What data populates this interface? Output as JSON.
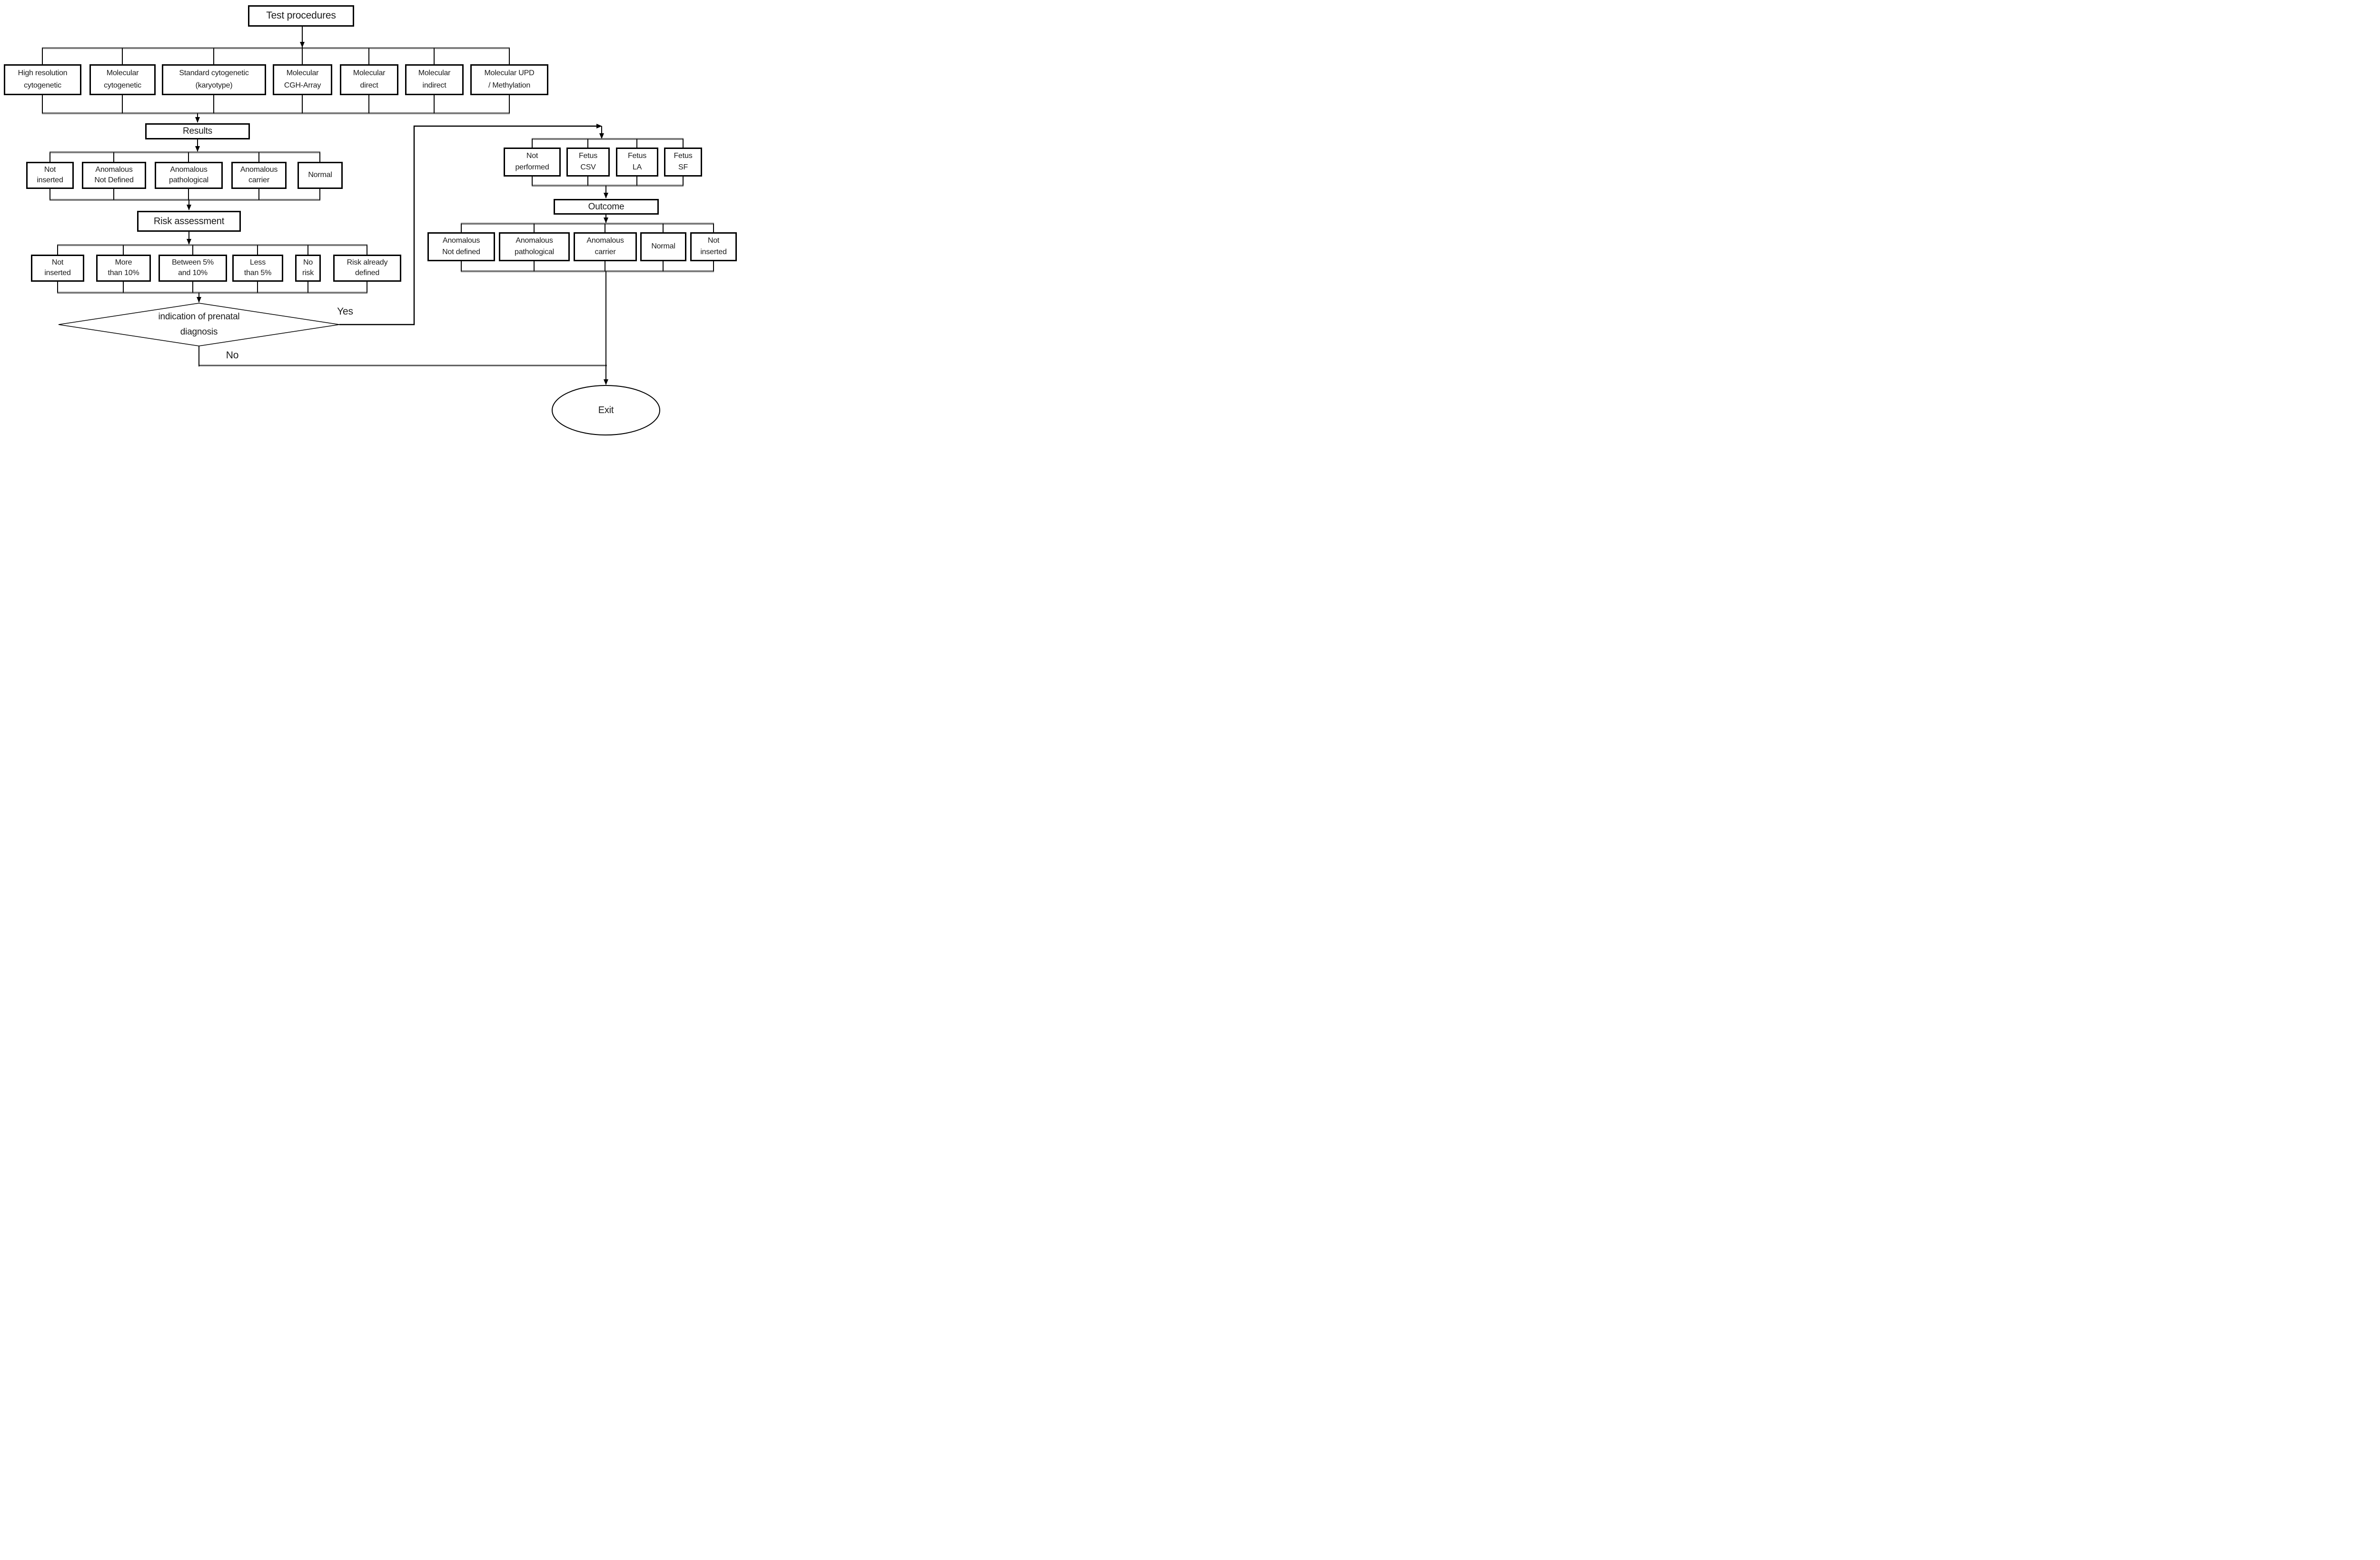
{
  "diagram": {
    "root": {
      "label": "Test procedures"
    },
    "procedures": [
      {
        "lines": [
          "High resolution",
          "cytogenetic"
        ]
      },
      {
        "lines": [
          "Molecular",
          "cytogenetic"
        ]
      },
      {
        "lines": [
          "Standard cytogenetic",
          "(karyotype)"
        ]
      },
      {
        "lines": [
          "Molecular",
          "CGH-Array"
        ]
      },
      {
        "lines": [
          "Molecular",
          "direct"
        ]
      },
      {
        "lines": [
          "Molecular",
          "indirect"
        ]
      },
      {
        "lines": [
          "Molecular UPD",
          "/ Methylation"
        ]
      }
    ],
    "results_header": {
      "label": "Results"
    },
    "results_options": [
      {
        "lines": [
          "Not",
          "inserted"
        ]
      },
      {
        "lines": [
          "Anomalous",
          "Not Defined"
        ]
      },
      {
        "lines": [
          "Anomalous",
          "pathological"
        ]
      },
      {
        "lines": [
          "Anomalous",
          "carrier"
        ]
      },
      {
        "lines": [
          "Normal"
        ]
      }
    ],
    "risk_header": {
      "label": "Risk assessment"
    },
    "risk_options": [
      {
        "lines": [
          "Not",
          "inserted"
        ]
      },
      {
        "lines": [
          "More",
          "than 10%"
        ]
      },
      {
        "lines": [
          "Between 5%",
          "and 10%"
        ]
      },
      {
        "lines": [
          "Less",
          "than 5%"
        ]
      },
      {
        "lines": [
          "No",
          "risk"
        ]
      },
      {
        "lines": [
          "Risk already",
          "defined"
        ]
      }
    ],
    "decision": {
      "lines": [
        "indication of prenatal",
        "diagnosis"
      ],
      "yes_label": "Yes",
      "no_label": "No"
    },
    "prenatal_samples": [
      {
        "lines": [
          "Not",
          "performed"
        ]
      },
      {
        "lines": [
          "Fetus",
          "CSV"
        ]
      },
      {
        "lines": [
          "Fetus",
          "LA"
        ]
      },
      {
        "lines": [
          "Fetus",
          "SF"
        ]
      }
    ],
    "outcome_header": {
      "label": "Outcome"
    },
    "outcome_options": [
      {
        "lines": [
          "Anomalous",
          "Not defined"
        ]
      },
      {
        "lines": [
          "Anomalous",
          "pathological"
        ]
      },
      {
        "lines": [
          "Anomalous",
          "carrier"
        ]
      },
      {
        "lines": [
          "Normal"
        ]
      },
      {
        "lines": [
          "Not",
          "inserted"
        ]
      }
    ],
    "exit": {
      "label": "Exit"
    },
    "colors": {
      "box_border": "#000000",
      "connector_black": "#000000",
      "tree_connector_gray": "#7d7d7d",
      "no_line_gray": "#555555",
      "background": "#ffffff"
    }
  }
}
